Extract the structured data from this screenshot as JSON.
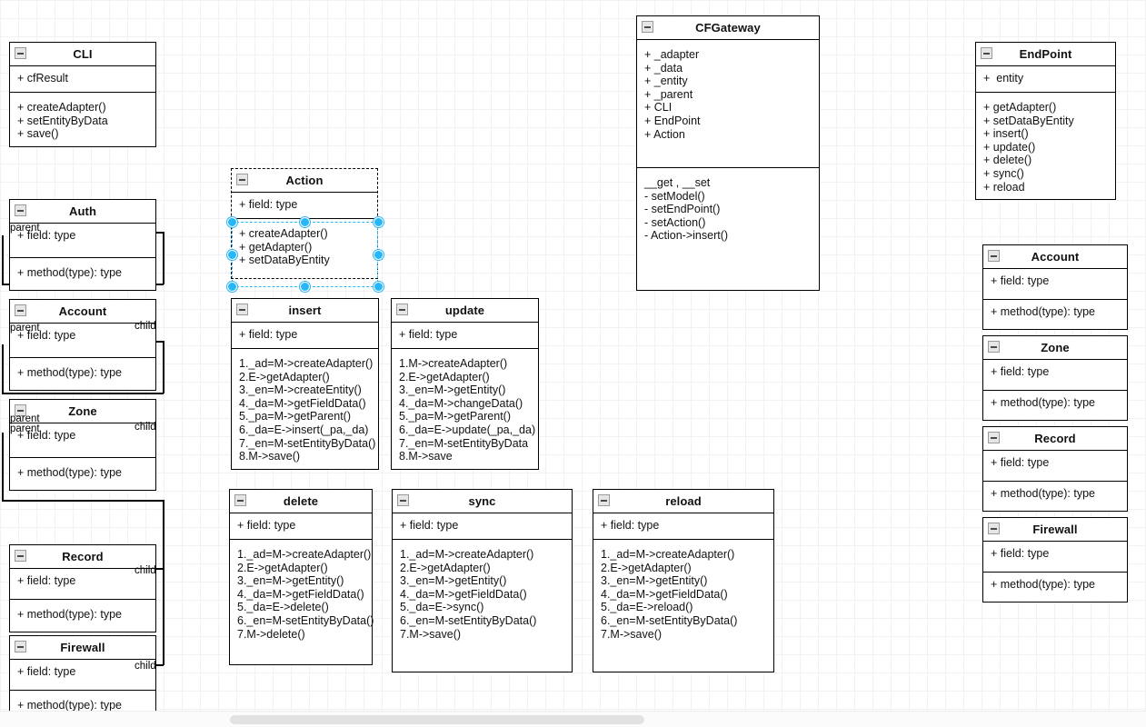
{
  "app": {
    "canvas_background": "#ffffff",
    "grid_minor_color": "#f2f2f4",
    "grid_major_color": "#dcdcde",
    "selection_color": "#29b6f6",
    "scrollbar_thumb_color": "#e2e2e2"
  },
  "classes": {
    "cli": {
      "name": "CLI",
      "collapse_icon": "minus-box-icon",
      "fields": [
        "+ cfResult"
      ],
      "methods": [
        "+ createAdapter()",
        "+ setEntityByData",
        "+ save()"
      ]
    },
    "action": {
      "name": "Action",
      "collapse_icon": "minus-box-icon",
      "fields": [
        "+ field: type"
      ],
      "methods": [
        "+ createAdapter()",
        "+ getAdapter()",
        "+ setDataByEntity"
      ],
      "selected": true
    },
    "cfgateway": {
      "name": "CFGateway",
      "collapse_icon": "minus-box-icon",
      "fields": [
        "+ _adapter",
        "+ _data",
        "+ _entity",
        "+ _parent",
        "+ CLI",
        "+ EndPoint",
        "+ Action"
      ],
      "methods": [
        "__get , __set",
        "- setModel()",
        "- setEndPoint()",
        "- setAction()",
        "- Action->insert()"
      ]
    },
    "endpoint": {
      "name": "EndPoint",
      "collapse_icon": "minus-box-icon",
      "fields": [
        "+  entity"
      ],
      "methods": [
        "+ getAdapter()",
        "+ setDataByEntity",
        "+ insert()",
        "+ update()",
        "+ delete()",
        "+ sync()",
        "+ reload"
      ]
    },
    "auth": {
      "name": "Auth",
      "collapse_icon": "minus-box-icon",
      "fields": [
        "+ field: type"
      ],
      "methods": [
        "+ method(type): type"
      ]
    },
    "account_left": {
      "name": "Account",
      "collapse_icon": "minus-box-icon",
      "fields": [
        "+ field: type"
      ],
      "methods": [
        "+ method(type): type"
      ]
    },
    "zone_left": {
      "name": "Zone",
      "collapse_icon": "minus-box-icon",
      "fields": [
        "+ field: type"
      ],
      "methods": [
        "+ method(type): type"
      ]
    },
    "record_left": {
      "name": "Record",
      "collapse_icon": "minus-box-icon",
      "fields": [
        "+ field: type"
      ],
      "methods": [
        "+ method(type): type"
      ]
    },
    "firewall_left": {
      "name": "Firewall",
      "collapse_icon": "minus-box-icon",
      "fields": [
        "+ field: type"
      ],
      "methods": [
        "+ method(type): type"
      ]
    },
    "insert": {
      "name": "insert",
      "collapse_icon": "minus-box-icon",
      "fields": [
        "+ field: type"
      ],
      "methods": [
        "1._ad=M->createAdapter()",
        "2.E->getAdapter()",
        "3._en=M->createEntity()",
        "4._da=M->getFieldData()",
        "5._pa=M->getParent()",
        "6._da=E->insert(_pa,_da)",
        "7._en=M-setEntityByData()",
        "8.M->save()"
      ]
    },
    "update": {
      "name": "update",
      "collapse_icon": "minus-box-icon",
      "fields": [
        "+ field: type"
      ],
      "methods": [
        "1.M->createAdapter()",
        "2.E->getAdapter()",
        "3._en=M->getEntity()",
        "4._da=M->changeData()",
        "5._pa=M->getParent()",
        "6._da=E->update(_pa,_da)",
        "7._en=M-setEntityByData",
        "8.M->save"
      ]
    },
    "delete": {
      "name": "delete",
      "collapse_icon": "minus-box-icon",
      "fields": [
        "+ field: type"
      ],
      "methods": [
        "1._ad=M->createAdapter()",
        "2.E->getAdapter()",
        "3._en=M->getEntity()",
        "4._da=M->getFieldData()",
        "5._da=E->delete()",
        "6._en=M-setEntityByData()",
        "7.M->delete()"
      ]
    },
    "sync": {
      "name": "sync",
      "collapse_icon": "minus-box-icon",
      "fields": [
        "+ field: type"
      ],
      "methods": [
        "1._ad=M->createAdapter()",
        "2.E->getAdapter()",
        "3._en=M->getEntity()",
        "4._da=M->getFieldData()",
        "5._da=E->sync()",
        "6._en=M-setEntityByData()",
        "7.M->save()"
      ]
    },
    "reload": {
      "name": "reload",
      "collapse_icon": "minus-box-icon",
      "fields": [
        "+ field: type"
      ],
      "methods": [
        "1._ad=M->createAdapter()",
        "2.E->getAdapter()",
        "3._en=M->getEntity()",
        "4._da=M->getFieldData()",
        "5._da=E->reload()",
        "6._en=M-setEntityByData()",
        "7.M->save()"
      ]
    },
    "account_right": {
      "name": "Account",
      "collapse_icon": "minus-box-icon",
      "fields": [
        "+ field: type"
      ],
      "methods": [
        "+ method(type): type"
      ]
    },
    "zone_right": {
      "name": "Zone",
      "collapse_icon": "minus-box-icon",
      "fields": [
        "+ field: type"
      ],
      "methods": [
        "+ method(type): type"
      ]
    },
    "record_right": {
      "name": "Record",
      "collapse_icon": "minus-box-icon",
      "fields": [
        "+ field: type"
      ],
      "methods": [
        "+ method(type): type"
      ]
    },
    "firewall_right": {
      "name": "Firewall",
      "collapse_icon": "minus-box-icon",
      "fields": [
        "+ field: type"
      ],
      "methods": [
        "+ method(type): type"
      ]
    }
  },
  "connector_labels": {
    "auth_parent": "parent",
    "account_parent": "parent",
    "account_child": "child",
    "zone_parent_a": "parent",
    "zone_parent_b": "parent",
    "zone_child": "child",
    "record_child": "child",
    "firewall_child": "child"
  }
}
